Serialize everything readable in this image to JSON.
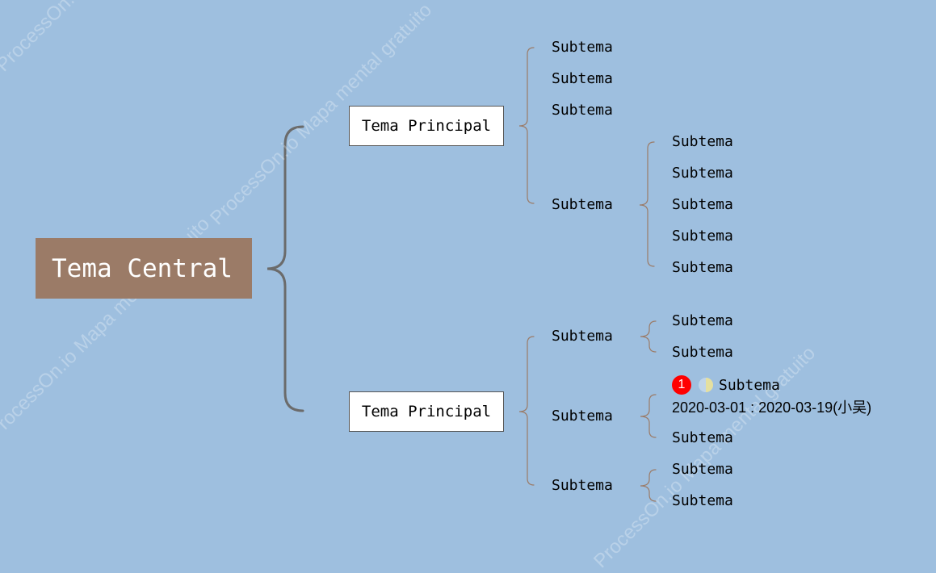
{
  "colors": {
    "background": "#9ebfdf",
    "central_fill": "#9b7b67",
    "main_bracket": "#6b6b6b",
    "sub_bracket": "#9b7b67",
    "badge": "#ff0000",
    "progress": "#e5e0a0"
  },
  "central": {
    "label": "Tema Central"
  },
  "main_topics": [
    {
      "label": "Tema Principal",
      "subtopics": [
        {
          "label": "Subtema"
        },
        {
          "label": "Subtema"
        },
        {
          "label": "Subtema"
        },
        {
          "label": "Subtema",
          "children": [
            "Subtema",
            "Subtema",
            "Subtema",
            "Subtema",
            "Subtema"
          ]
        }
      ]
    },
    {
      "label": "Tema Principal",
      "subtopics": [
        {
          "label": "Subtema",
          "children": [
            "Subtema",
            "Subtema"
          ]
        },
        {
          "label": "Subtema",
          "children": [
            {
              "label": "Subtema",
              "priority": "1",
              "progress_icon": "half-progress-icon",
              "progress": 0.5,
              "date_range": "2020-03-01 : 2020-03-19(小吴)"
            },
            "Subtema"
          ]
        },
        {
          "label": "Subtema",
          "children": [
            "Subtema",
            "Subtema"
          ]
        }
      ]
    }
  ],
  "watermark": "ProcessOn.io Mapa mental gratuito"
}
